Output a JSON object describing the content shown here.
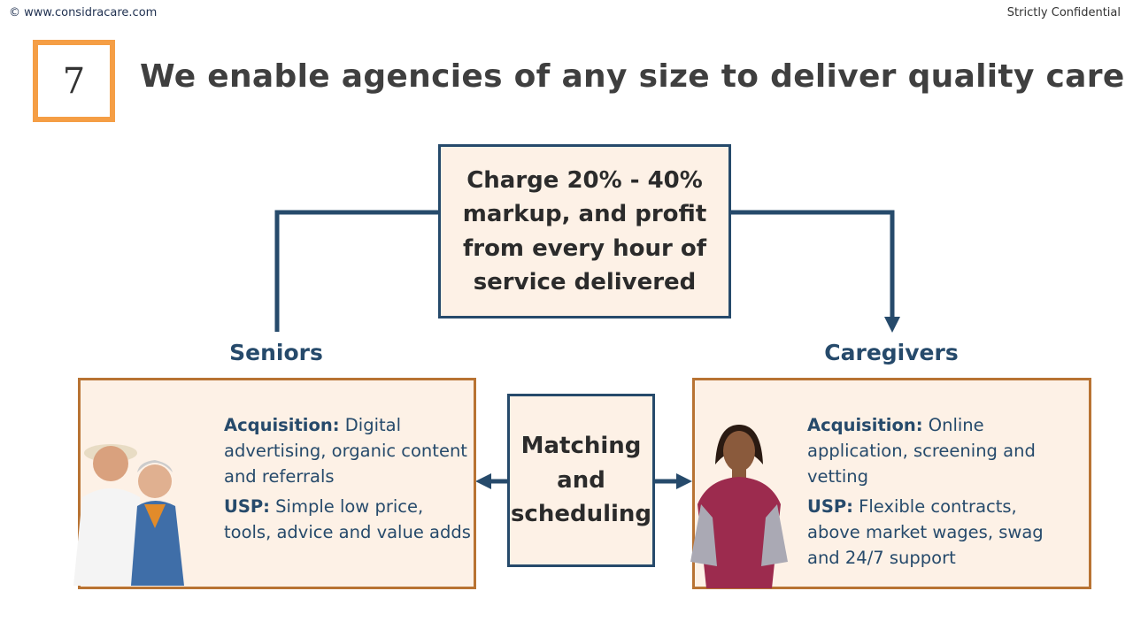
{
  "header": {
    "copyright": "© www.considracare.com",
    "confidential": "Strictly Confidential"
  },
  "slide": {
    "number": "7",
    "title": "We enable agencies of any size to deliver quality care"
  },
  "diagram": {
    "top_box": "Charge 20% - 40% markup, and profit from every hour of service delivered",
    "middle_box": "Matching and scheduling",
    "seniors": {
      "label": "Seniors",
      "acq_label": "Acquisition:",
      "acq_text": " Digital advertising, organic content and referrals",
      "usp_label": "USP:",
      "usp_text": " Simple low price, tools, advice and value adds"
    },
    "caregivers": {
      "label": "Caregivers",
      "acq_label": "Acquisition:",
      "acq_text": " Online application, screening and vetting",
      "usp_label": "USP:",
      "usp_text": " Flexible contracts, above market wages, swag and 24/7 support"
    }
  },
  "colors": {
    "navy": "#264a6b",
    "orange": "#f59e45",
    "card_border": "#b87333",
    "card_fill": "#fdf1e6"
  }
}
